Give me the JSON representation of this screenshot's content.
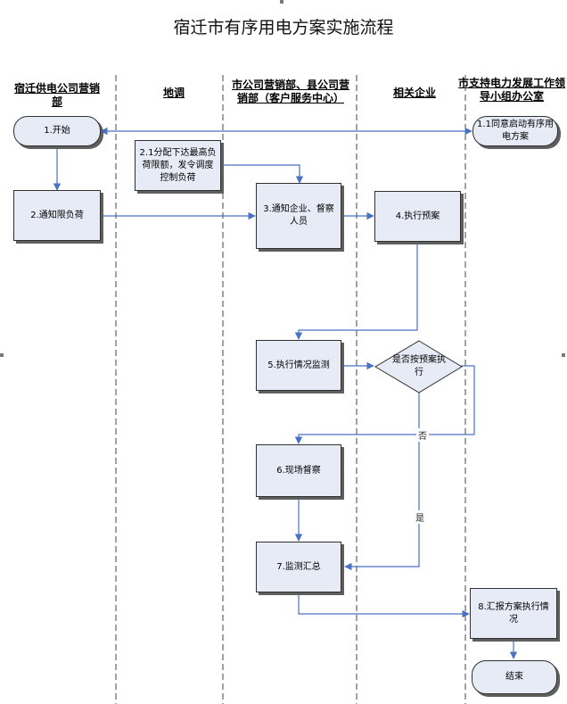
{
  "title": "宿迁市有序用电方案实施流程",
  "lanes": {
    "sales": "宿迁供电公司营销部",
    "dispatch": "地调",
    "cityCounty": "市公司营销部、县公司营销部（客户服务中心）",
    "enterprise": "相关企业",
    "office": "市支持电力发展工作领导小组办公室"
  },
  "nodes": {
    "start": "1.开始",
    "n1_1": "1.1同意启动有序用电方案",
    "n2_1": "2.1分配下达最高负荷限额，发令调度控制负荷",
    "n2": "2.通知限负荷",
    "n3": "3.通知企业、督察人员",
    "n4": "4.执行预案",
    "n5": "5.执行情况监测",
    "decision": "是否按预案执行",
    "n6": "6.现场督察",
    "n7": "7.监测汇总",
    "n8": "8.汇报方案执行情况",
    "end": "结束"
  },
  "edgeLabels": {
    "no": "否",
    "yes": "是"
  }
}
